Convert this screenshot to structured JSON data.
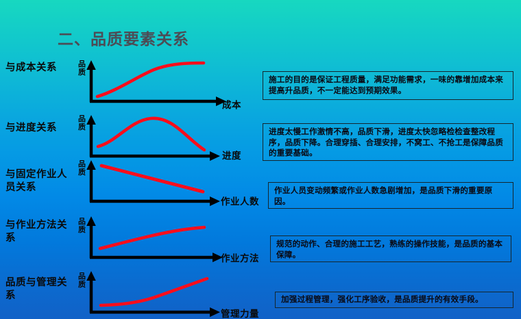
{
  "slide": {
    "title": "二、品质要素关系",
    "background": {
      "gradient_from": "#17d8c0",
      "gradient_to": "#1161c7"
    },
    "title_color": "#4c4c55",
    "curve_color": "#fc0d1b",
    "axis_color": "#000000",
    "box_border_color": "#15262e"
  },
  "rows": [
    {
      "label": "与成本关系",
      "y_axis_label": "品质",
      "x_axis_label": "成本",
      "note": "施工的目的是保证工程质量，满足功能需求，一味的靠增加成本来提高升品质，不一定能达到预期效果。"
    },
    {
      "label": "与进度关系",
      "y_axis_label": "品质",
      "x_axis_label": "进度",
      "note": "进度太慢工作激情不高，品质下滑，进度太快忽略检检查整改程序，品质下降。合理穿插、合理安排，不窝工、不抢工是保障品质的重要基础。"
    },
    {
      "label": "与固定作业人员关系",
      "y_axis_label": "品质",
      "x_axis_label": "作业人数",
      "note": "作业人员变动频繁或作业人数急剧增加，是品质下滑的重要原因。"
    },
    {
      "label": "与作业方法关系",
      "y_axis_label": "品质",
      "x_axis_label": "作业方法",
      "note": "规范的动作、合理的施工工艺，熟练的操作技能，是品质的基本保障。"
    },
    {
      "label": "品质与管理关系",
      "y_axis_label": "品质",
      "x_axis_label": "管理力量",
      "note": "加强过程管理，强化工序验收，是品质提升的有效手段。"
    }
  ],
  "chart_data": [
    {
      "type": "line",
      "title": "与成本关系",
      "xlabel": "成本",
      "ylabel": "品质",
      "shape": "increasing-saturating",
      "x": [
        0,
        0.15,
        0.3,
        0.45,
        0.6,
        0.75,
        0.9,
        1.0
      ],
      "y": [
        0.12,
        0.3,
        0.47,
        0.63,
        0.76,
        0.85,
        0.88,
        0.88
      ],
      "xlim": [
        0,
        1
      ],
      "ylim": [
        0,
        1
      ],
      "grid": false,
      "legend": "none"
    },
    {
      "type": "line",
      "title": "与进度关系",
      "xlabel": "进度",
      "ylabel": "品质",
      "shape": "inverted-u",
      "x": [
        0,
        0.15,
        0.3,
        0.45,
        0.55,
        0.7,
        0.85,
        1.0
      ],
      "y": [
        0.2,
        0.45,
        0.68,
        0.85,
        0.88,
        0.75,
        0.5,
        0.22
      ],
      "xlim": [
        0,
        1
      ],
      "ylim": [
        0,
        1
      ],
      "grid": false,
      "legend": "none"
    },
    {
      "type": "line",
      "title": "与固定作业人员关系",
      "xlabel": "作业人数",
      "ylabel": "品质",
      "shape": "decreasing-linear",
      "x": [
        0,
        0.25,
        0.5,
        0.75,
        1.0
      ],
      "y": [
        0.88,
        0.72,
        0.56,
        0.4,
        0.26
      ],
      "xlim": [
        0,
        1
      ],
      "ylim": [
        0,
        1
      ],
      "grid": false,
      "legend": "none"
    },
    {
      "type": "line",
      "title": "与作业方法关系",
      "xlabel": "作业方法",
      "ylabel": "品质",
      "shape": "increasing-concave",
      "x": [
        0,
        0.2,
        0.4,
        0.6,
        0.8,
        1.0
      ],
      "y": [
        0.18,
        0.36,
        0.51,
        0.62,
        0.7,
        0.75
      ],
      "xlim": [
        0,
        1
      ],
      "ylim": [
        0,
        1
      ],
      "grid": false,
      "legend": "none"
    },
    {
      "type": "line",
      "title": "品质与管理关系",
      "xlabel": "管理力量",
      "ylabel": "品质",
      "shape": "increasing-convex",
      "x": [
        0,
        0.2,
        0.4,
        0.6,
        0.8,
        1.0
      ],
      "y": [
        0.16,
        0.18,
        0.25,
        0.4,
        0.62,
        0.85
      ],
      "xlim": [
        0,
        1
      ],
      "ylim": [
        0,
        1
      ],
      "grid": false,
      "legend": "none"
    }
  ]
}
